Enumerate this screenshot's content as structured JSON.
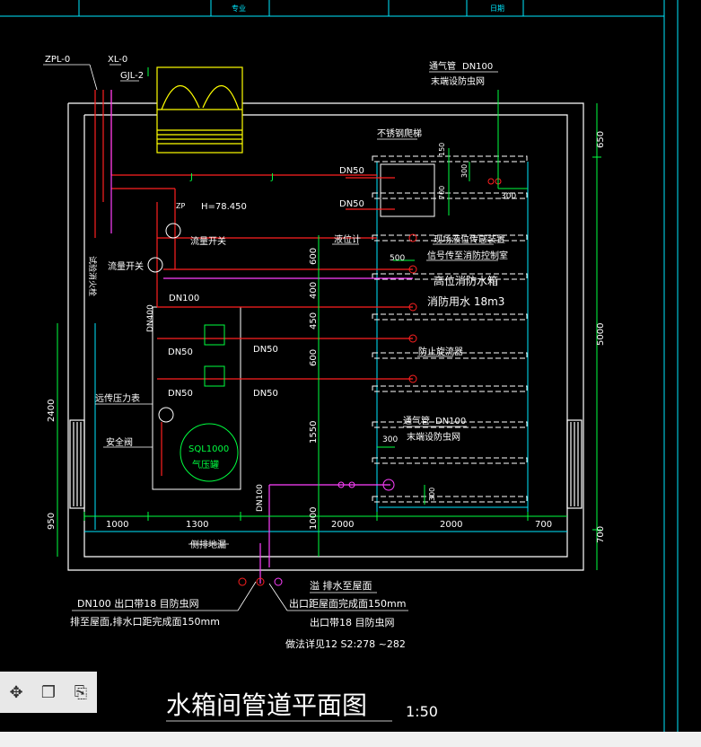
{
  "title_block": {
    "col1": "专业",
    "col2": "日期"
  },
  "drawing": {
    "title": "水箱间管道平面图",
    "scale": "1:50"
  },
  "pipe_labels": {
    "zpl": "ZPL-0",
    "xl": "XL-0",
    "gjl": "GJL-2",
    "vent_top_1": "通气管",
    "vent_top_2": "DN100",
    "vent_top_3": "末端设防虫网",
    "stainless": "不锈钢爬梯",
    "dn50_1": "DN50",
    "dn50_2": "DN50",
    "h": "H=78.450",
    "j1": "J",
    "j2": "J",
    "zp": "ZP",
    "flow_switch_1": "流量开关",
    "flow_switch_2": "流量开关",
    "level_gauge": "液位计",
    "level_device": "现场液位传感装置",
    "signal": "信号传至消防控制室",
    "tank_name": "高位消防水箱",
    "tank_volume": "消防用水  18m3",
    "dn100_a": "DN100",
    "dn400": "DN400",
    "dn50_3": "DN50",
    "dn50_4": "DN50",
    "dn50_5": "DN50",
    "dn50_6": "DN50",
    "vortex": "防止旋流器",
    "pressure_gauge": "远传压力表",
    "safety_valve": "安全阀",
    "sql": "SQL1000",
    "pressure_tank": "气压罐",
    "vent_mid_1": "通气管",
    "vent_mid_2": "DN100",
    "vent_mid_3": "末端设防虫网",
    "dn100_b": "DN100",
    "side_drain": "侧排地漏",
    "dn300": "300",
    "left_vertical": "试验消火栓",
    "note_l1": "DN100  出口带18 目防虫网",
    "note_l2": "排至屋面,排水口距完成面150mm",
    "note_r1": "溢  排水至屋面",
    "note_r2": "出口距屋面完成面150mm",
    "note_r3": "出口带18 目防虫网",
    "note_r4": "做法详见12 S2:278 ~282"
  },
  "dimensions": {
    "d650": "650",
    "d5000": "5000",
    "d700r": "700",
    "d150": "150",
    "d300a": "300",
    "d700a": "700",
    "d300b": "300",
    "d500": "500",
    "d600a": "600",
    "d400": "400",
    "d450": "450",
    "d600b": "600",
    "d1550": "1550",
    "d1000v": "1000",
    "d300c": "300",
    "d300d": "300",
    "d2400": "2400",
    "d950": "950",
    "b1000": "1000",
    "b1300": "1300",
    "b2000a": "2000",
    "b2000b": "2000",
    "b700": "700"
  },
  "toolbar": {
    "move": "move-icon",
    "copy": "copy-icon",
    "paste": "paste-icon"
  },
  "colors": {
    "wall": "#ffffff",
    "grid": "#00e8ff",
    "supply": "#ff2020",
    "overflow": "#ff40ff",
    "dim": "#00ff40",
    "text": "#ffffff",
    "yellow": "#ffff00"
  }
}
